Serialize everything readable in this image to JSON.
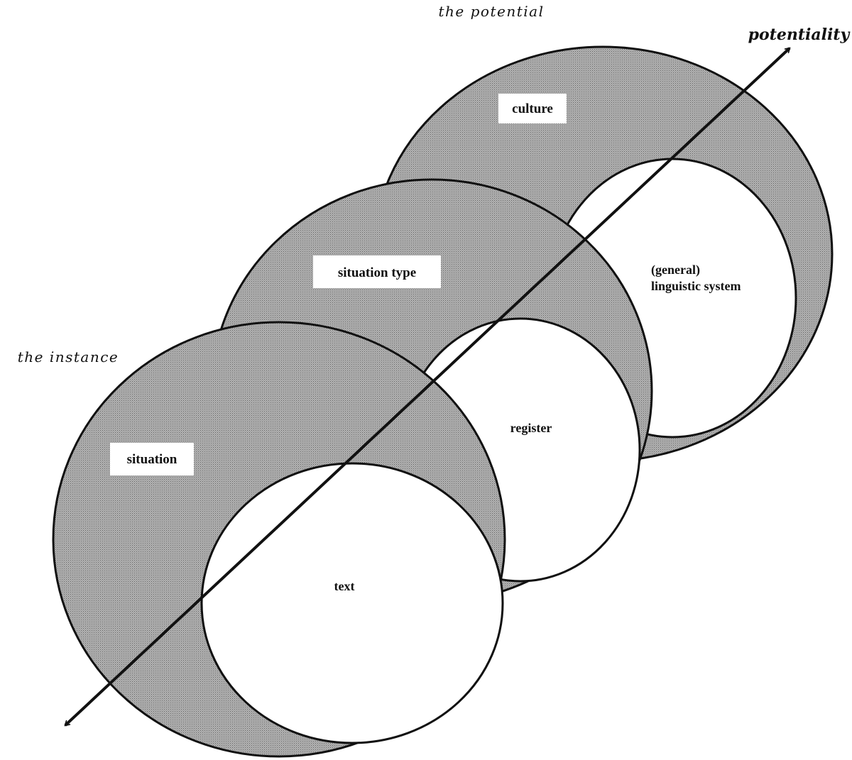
{
  "labels": {
    "top": "the potential",
    "left": "the instance",
    "axis": "potentiality"
  },
  "levels": {
    "culture": {
      "outer": "culture",
      "inner_line1": "(general)",
      "inner_line2": "linguistic system"
    },
    "situation_type": {
      "outer": "situation type",
      "inner": "register"
    },
    "situation": {
      "outer": "situation",
      "inner": "text"
    }
  },
  "colors": {
    "fill": "#a9a9a9",
    "stroke": "#111111",
    "inner": "#ffffff"
  }
}
